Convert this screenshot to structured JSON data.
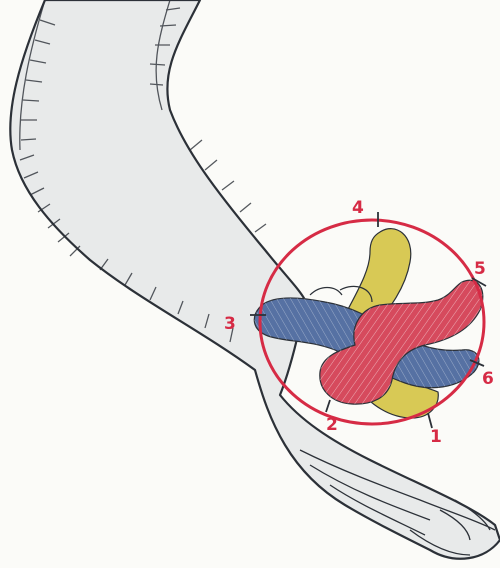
{
  "illustration": {
    "subject": "arm-with-overlaid-limb-sections",
    "markers": [
      {
        "id": "4",
        "label": "4"
      },
      {
        "id": "5",
        "label": "5"
      },
      {
        "id": "3",
        "label": "3"
      },
      {
        "id": "6",
        "label": "6"
      },
      {
        "id": "2",
        "label": "2"
      },
      {
        "id": "1",
        "label": "1"
      }
    ],
    "colors": {
      "background": "#fbfbf8",
      "skin": "#e8eaea",
      "outline": "#2c3138",
      "circle": "#d62b45",
      "label": "#d62b45",
      "yellow_shape": "#d8c955",
      "red_shape": "#d64a5d",
      "blue_shape": "#5671a3"
    }
  }
}
